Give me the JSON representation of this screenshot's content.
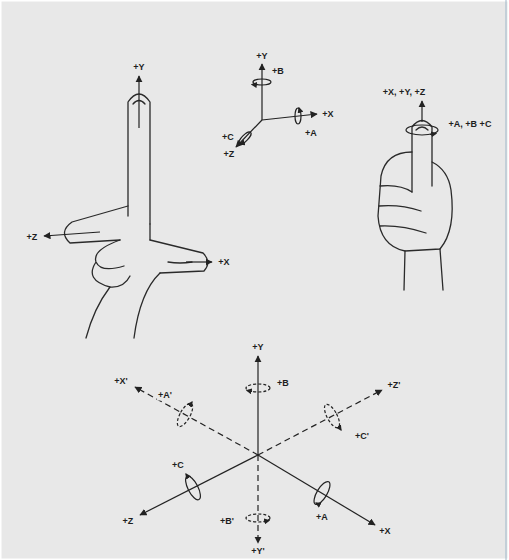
{
  "diagram": {
    "labels": [
      "+Y",
      "+Z",
      "+X",
      "+Y",
      "+B",
      "+X",
      "+A",
      "+C",
      "+Z",
      "+X, +Y, +Z",
      "+A, +B +C",
      "+Y",
      "+X'",
      "+A'",
      "+B",
      "+Z'",
      "+C",
      "+C'",
      "+Z",
      "+B'",
      "+A",
      "+X",
      "+Y'"
    ]
  }
}
